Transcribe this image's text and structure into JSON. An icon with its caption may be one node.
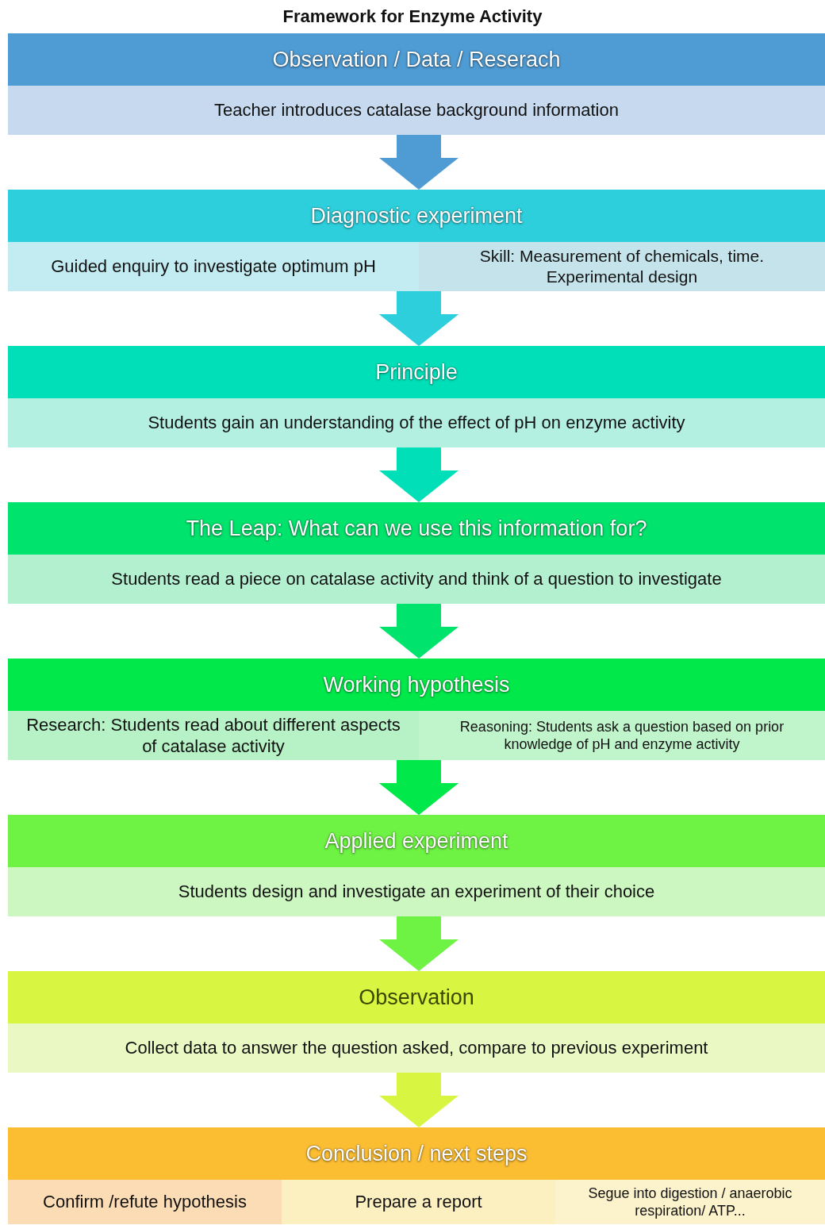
{
  "diagram": {
    "title": "Framework for Enzyme Activity",
    "nodes": [
      {
        "text": [
          "Observation / Data / Reserach"
        ]
      },
      {
        "text": [
          "Teacher introduces catalase background information"
        ]
      },
      {
        "text": [
          "Diagnostic experiment"
        ]
      },
      {
        "text": [
          "Guided enquiry to investigate optimum pH"
        ]
      },
      {
        "text": [
          "Skill: Measurement of chemicals, time. Experimental design"
        ]
      },
      {
        "text": [
          "Principle"
        ]
      },
      {
        "text": [
          "Students gain an understanding of the effect of pH on enzyme activity"
        ]
      },
      {
        "text": [
          "The Leap: What can we use this information for?"
        ]
      },
      {
        "text": [
          "Students read a piece on catalase activity and think of a question to investigate"
        ]
      },
      {
        "text": [
          "Working hypothesis"
        ]
      },
      {
        "text": [
          "Research: Students read about different aspects of catalase activity"
        ]
      },
      {
        "text": [
          "Reasoning: Students ask a question based on prior knowledge of pH and enzyme activity"
        ]
      },
      {
        "text": [
          "Applied experiment"
        ]
      },
      {
        "text": [
          "Students design and investigate an experiment of their choice"
        ]
      },
      {
        "text": [
          "Observation"
        ]
      },
      {
        "text": [
          "Collect data to answer the question asked, compare to previous experiment"
        ]
      },
      {
        "text": [
          "Conclusion / next steps"
        ]
      },
      {
        "text": [
          "Confirm /refute hypothesis"
        ]
      },
      {
        "text": [
          "Prepare a report"
        ]
      },
      {
        "text": [
          "Segue into digestion / anaerobic respiration/ ATP..."
        ]
      }
    ],
    "edges": [
      {
        "from": 1,
        "to": 2,
        "arrow": "to",
        "color": "#4f9bd3"
      },
      {
        "from": 3,
        "to": 5,
        "arrow": "to",
        "color": "#2ecfdc"
      },
      {
        "from": 4,
        "to": 5,
        "arrow": "to",
        "color": "#2ecfdc"
      },
      {
        "from": 6,
        "to": 7,
        "arrow": "to",
        "color": "#00dfb8"
      },
      {
        "from": 8,
        "to": 9,
        "arrow": "to",
        "color": "#00e36c"
      },
      {
        "from": 10,
        "to": 12,
        "arrow": "to",
        "color": "#00e84a"
      },
      {
        "from": 11,
        "to": 12,
        "arrow": "to",
        "color": "#00e84a"
      },
      {
        "from": 13,
        "to": 14,
        "arrow": "to",
        "color": "#6ef243"
      },
      {
        "from": 15,
        "to": 16,
        "arrow": "to",
        "color": "#d8f542"
      }
    ]
  }
}
